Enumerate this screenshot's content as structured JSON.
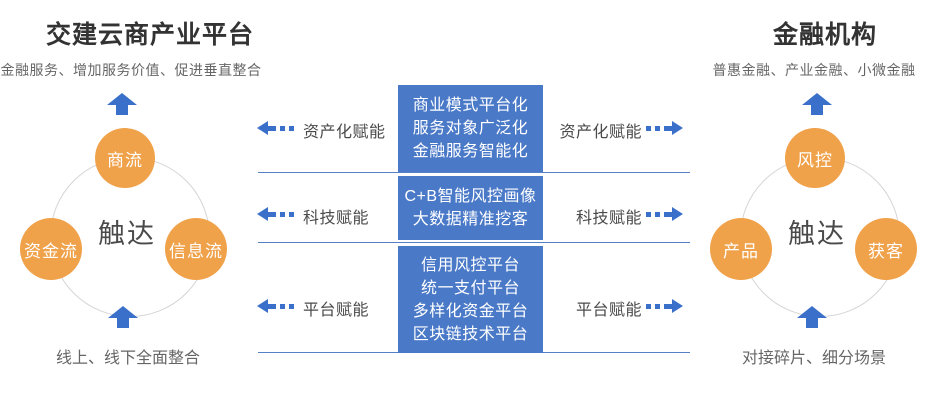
{
  "left_panel": {
    "title": "交建云商产业平台",
    "subtitle": "金融服务、增加服务价值、促进垂直整合",
    "hub": "触达",
    "nodes": [
      "商流",
      "资金流",
      "信息流"
    ],
    "caption": "线上、线下全面整合"
  },
  "right_panel": {
    "title": "金融机构",
    "subtitle": "普惠金融、产业金融、小微金融",
    "hub": "触达",
    "nodes": [
      "风控",
      "产品",
      "获客"
    ],
    "caption": "对接碎片、细分场景"
  },
  "center": {
    "rows": [
      {
        "left_label": "资产化赋能",
        "right_label": "资产化赋能",
        "box_lines": [
          "商业模式平台化",
          "服务对象广泛化",
          "金融服务智能化"
        ]
      },
      {
        "left_label": "科技赋能",
        "right_label": "科技赋能",
        "box_lines": [
          "C+B智能风控画像",
          "大数据精准挖客"
        ]
      },
      {
        "left_label": "平台赋能",
        "right_label": "平台赋能",
        "box_lines": [
          "信用风控平台",
          "统一支付平台",
          "多样化资金平台",
          "区块链技术平台"
        ]
      }
    ]
  },
  "colors": {
    "box_blue": "#4A79C7",
    "arrow_blue": "#3A70C9",
    "divider_blue": "#5580C5",
    "node_orange": "#F0A24B",
    "title_text": "#333333",
    "muted_text": "#666666"
  },
  "icons": {
    "up_arrow": "up-arrow-icon",
    "dashed_arrow_left": "dashed-arrow-left-icon",
    "dashed_arrow_right": "dashed-arrow-right-icon"
  }
}
